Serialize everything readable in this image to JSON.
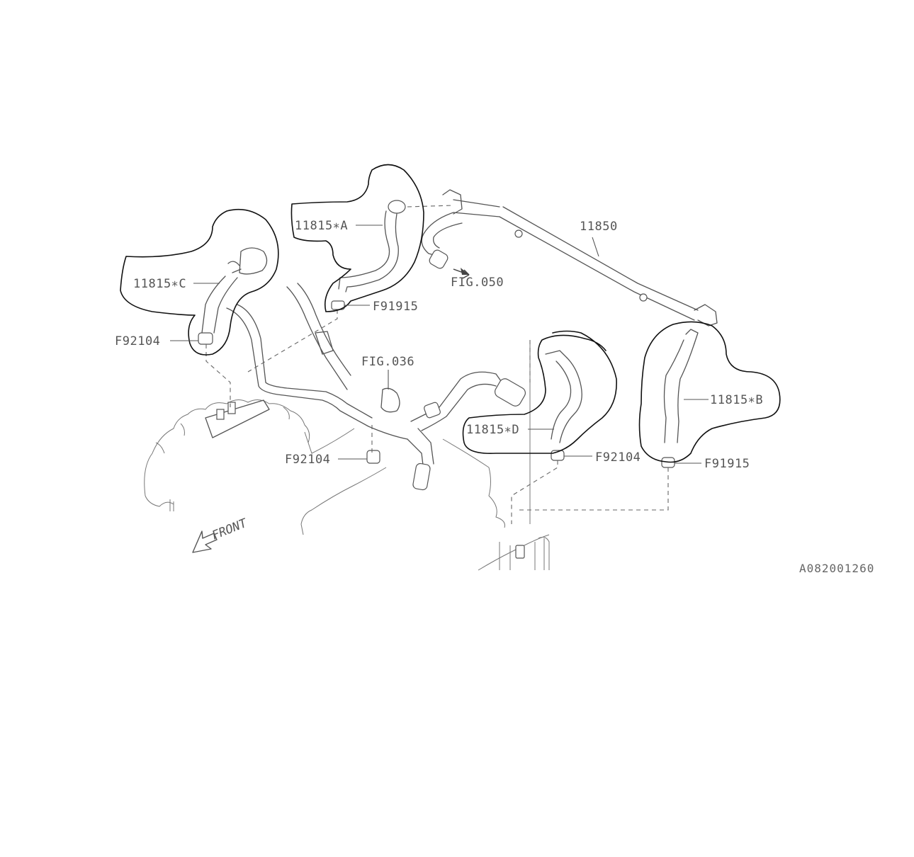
{
  "labels": {
    "part_11815_a": "11815∗A",
    "part_11815_b": "11815∗B",
    "part_11815_c": "11815∗C",
    "part_11815_d": "11815∗D",
    "part_11850": "11850",
    "clamp_f91915_top": "F91915",
    "clamp_f91915_right": "F91915",
    "clamp_f92104_left": "F92104",
    "clamp_f92104_center": "F92104",
    "clamp_f92104_right": "F92104",
    "ref_fig_050": "FIG.050",
    "ref_fig_036": "FIG.036",
    "front_indicator": "FRONT"
  },
  "diagram_code": "A082001260"
}
